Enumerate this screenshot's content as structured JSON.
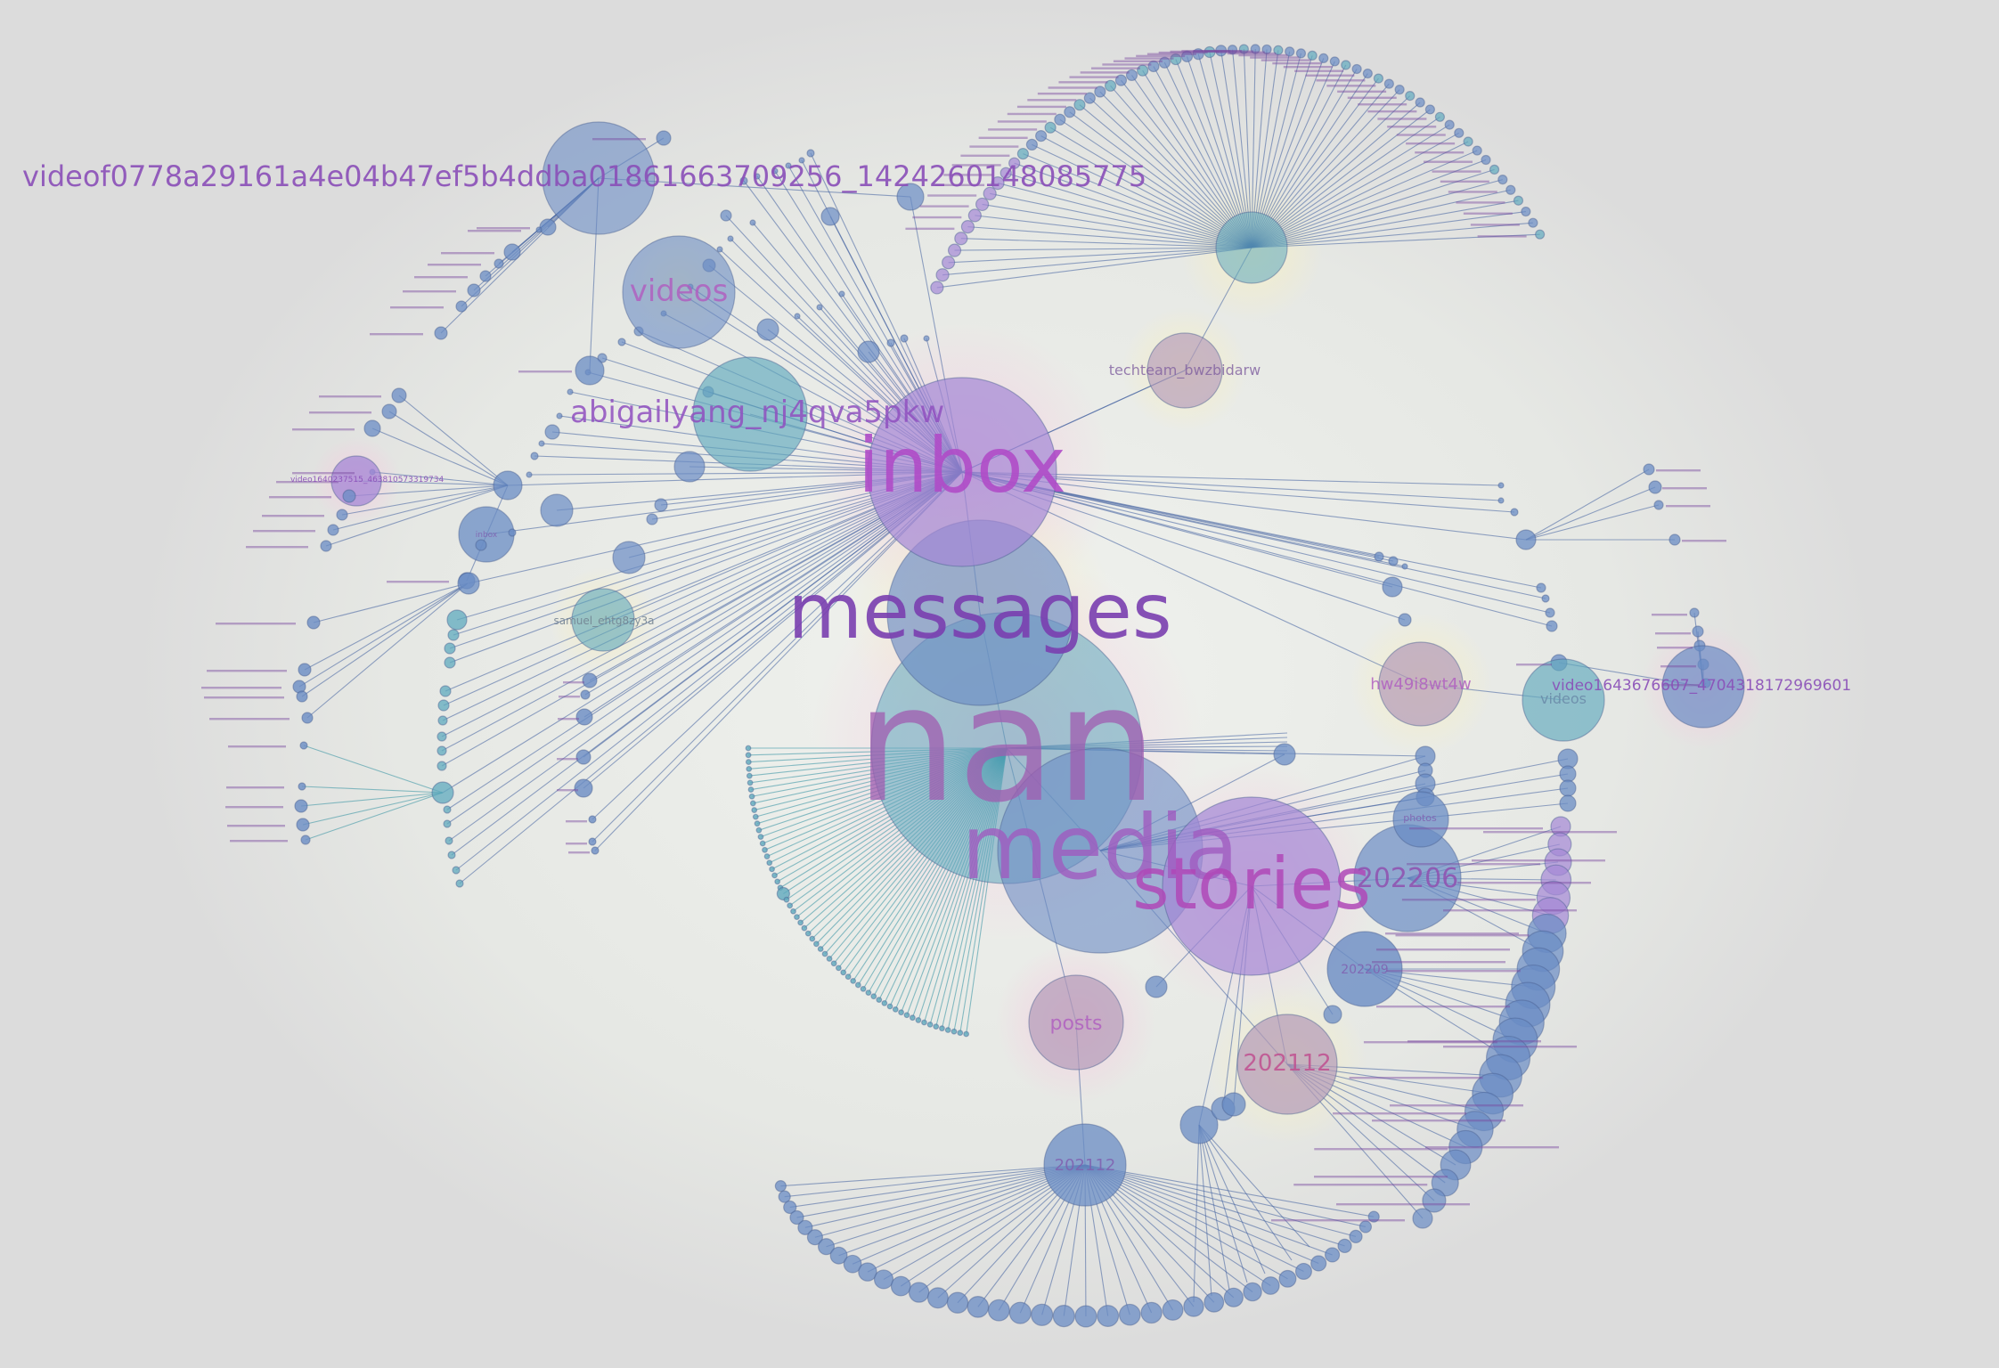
{
  "graph": {
    "colors": {
      "background": "#dcdcdc",
      "edge": "#3f5f9f",
      "edge_alt": "#2f8fa0",
      "node_purple": "#a487d6",
      "node_blue": "#6a8cc4",
      "node_teal": "#5fa9bd",
      "node_mauve": "#b49ab8",
      "label_purple": "#7a3fb0",
      "label_magenta": "#b048b8",
      "glow_yellow": "#f3ecc0",
      "glow_pink": "#f2c6dc"
    },
    "labels": {
      "nan": "nan",
      "messages": "messages",
      "inbox": "inbox",
      "media": "media",
      "stories": "stories",
      "posts": "posts",
      "videos_upper": "videos",
      "videos_right": "videos",
      "abigail": "abigailyang_nj4qva5pkw",
      "video_long": "videof0778a29161a4e04b47ef5b4ddba01861663709256_1424260148085775",
      "techteam": "techteam_bwzbidarw",
      "samuel": "samuel_ehtg8zy3a",
      "hw49": "hw49i8wt4w",
      "video1643": "video1643676607_4704318172969601",
      "video1640": "video1640237515_463810573319734",
      "n202206": "202206",
      "n202209": "202209",
      "n202112a": "202112",
      "n202112b": "202112",
      "photos": "photos",
      "inbox_small": "inbox"
    }
  }
}
